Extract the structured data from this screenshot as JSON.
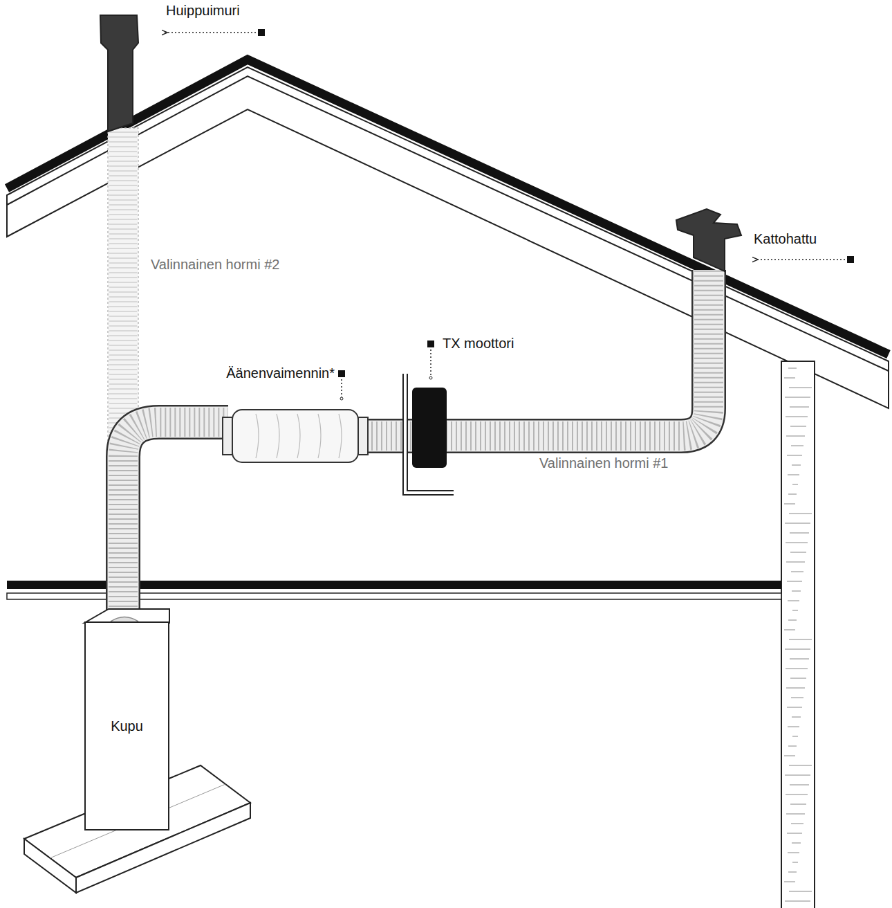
{
  "diagram": {
    "nodes": [
      {
        "text": [
          "Kupu"
        ]
      }
    ],
    "labels": [
      "Huippuimuri",
      "Valinnainen hormi #2",
      "Kattohattu",
      "TX moottori",
      "Äänenvaimennin*",
      "Valinnainen hormi #1"
    ]
  }
}
